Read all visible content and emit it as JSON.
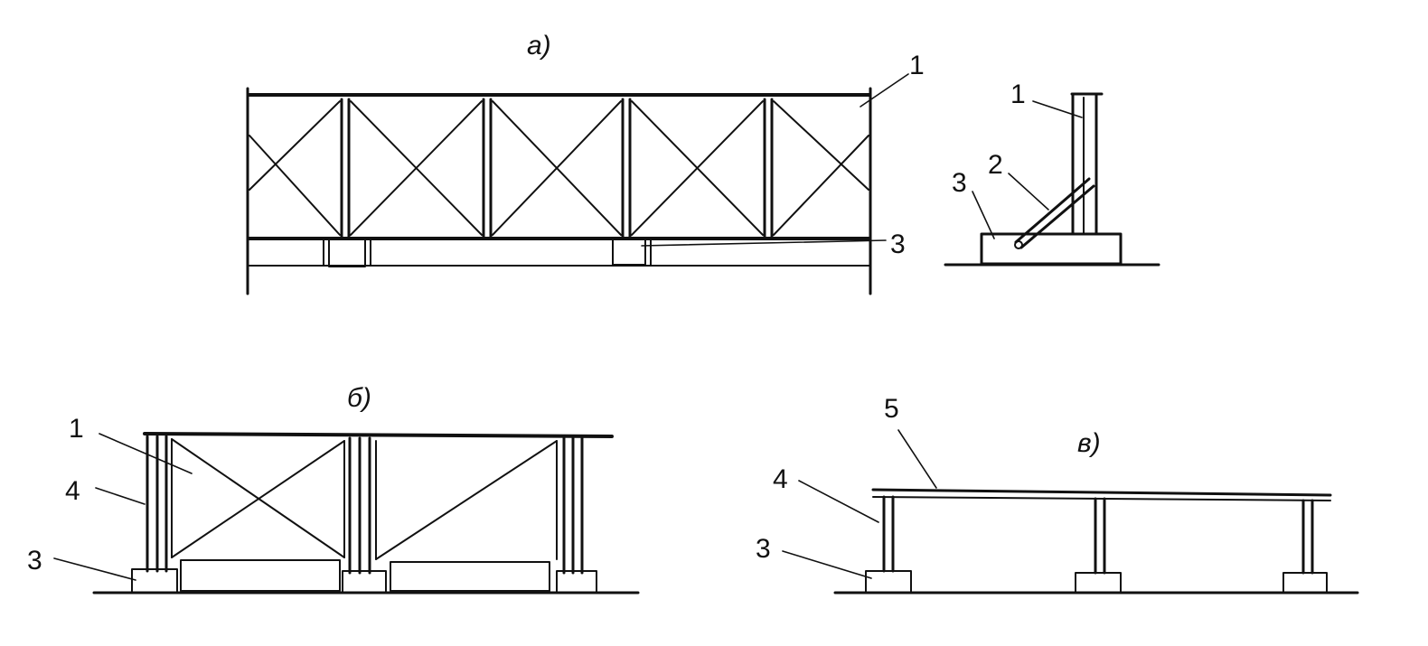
{
  "figure": {
    "captions": {
      "a": "а)",
      "b": "б)",
      "v": "в)"
    },
    "callouts": {
      "a_panel": "1",
      "a_foundation": "3",
      "a_side_panel": "1",
      "a_side_strut": "2",
      "a_side_block": "3",
      "b_panel": "1",
      "b_post": "4",
      "b_block": "3",
      "v_beam": "5",
      "v_post": "4",
      "v_block": "3"
    }
  }
}
